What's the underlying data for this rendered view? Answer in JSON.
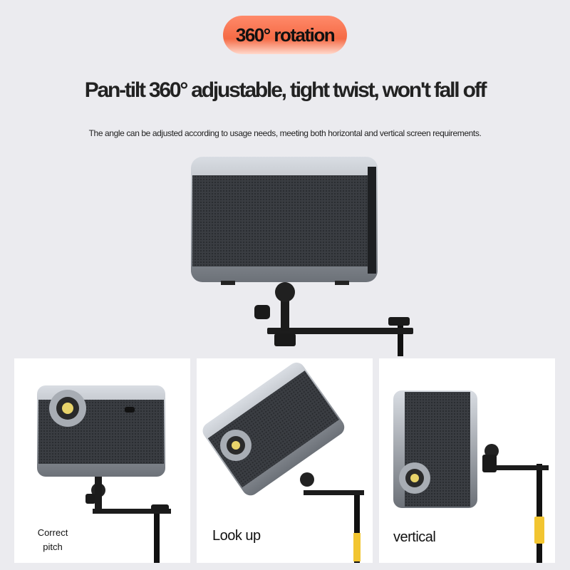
{
  "badge": {
    "label": "360° rotation",
    "color": "#f56a45"
  },
  "headline": "Pan-tilt 360° adjustable, tight twist, won't fall off",
  "subtitle": "The angle can be adjusted according to usage needs, meeting both horizontal and vertical screen requirements.",
  "panels": [
    {
      "caption_line1": "Correct",
      "caption_line2": "pitch"
    },
    {
      "caption": "Look up"
    },
    {
      "caption": "vertical"
    }
  ],
  "colors": {
    "background": "#ebebef",
    "accent_sleeve": "#f2c531"
  }
}
